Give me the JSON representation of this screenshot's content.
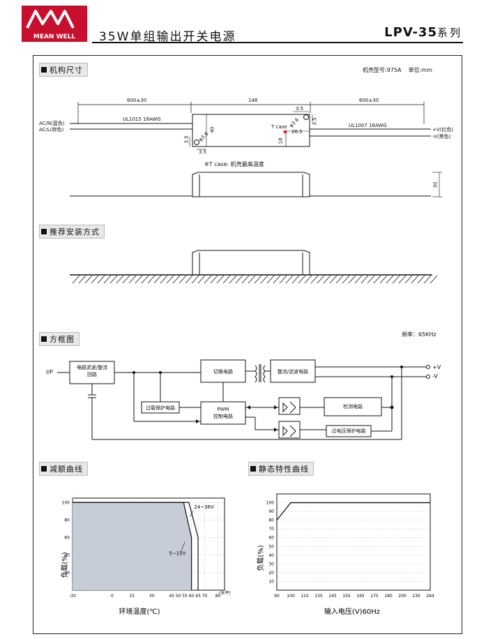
{
  "header": {
    "logo_text": "MEAN WELL",
    "title": "35W单组输出开关电源",
    "model": "LPV-35",
    "model_suffix": "系列"
  },
  "sections": {
    "mechanical": "机构尺寸",
    "mounting": "推荐安装方式",
    "block": "方框图",
    "derating": "减额曲线",
    "static": "静态特性曲线"
  },
  "mechanical": {
    "case_info": "机壳型号:975A    单位:mm",
    "dim_left": "600±30",
    "dim_mid": "148",
    "dim_right": "600±30",
    "wire_in": "UL1015 18AWG",
    "wire_out": "UL1007 16AWG",
    "acn": "AC/N(蓝色)",
    "acl": "AC/L(棕色)",
    "vpos": "+V(红色)",
    "vneg": "-V(黑色)",
    "tcase": "T case",
    "d35a": "3.5",
    "d36a": "φ3.6",
    "d40": "40",
    "d35b": "3.5",
    "d35c": "3.5",
    "d36b": "φ3.6",
    "d35d": "3.5",
    "d265": "26.5",
    "d18": "18",
    "d30": "30",
    "note": "※T case: 机壳最高温度"
  },
  "block": {
    "freq": "频率：65KHz",
    "ip": "I/P",
    "emi": [
      "电磁滤波/整流",
      "回路"
    ],
    "switch": "切换电路",
    "rect": "整流/滤波电路",
    "ocp": "过载保护电路",
    "pwm": [
      "PWM",
      "控制电路"
    ],
    "detect": "检测电路",
    "ovp": "过电压保护电路",
    "vp": "+V",
    "vn": "-V"
  },
  "chart_data": [
    {
      "type": "area",
      "ylabel": "负载(%)",
      "xlabel": "环境温度(℃)",
      "x_unit": "(水平)",
      "x_ticks": [
        "-30",
        "0",
        "15",
        "30",
        "45",
        "50",
        "55",
        "60",
        "65",
        "70",
        "80"
      ],
      "y_ticks": [
        "20",
        "40",
        "60",
        "80",
        "100"
      ],
      "xlim": [
        -30,
        85
      ],
      "ylim": [
        0,
        105
      ],
      "series": [
        {
          "name": "24~36V",
          "x": [
            -30,
            58,
            65,
            65
          ],
          "y": [
            100,
            100,
            60,
            0
          ]
        },
        {
          "name": "5~15V",
          "x": [
            -30,
            54,
            60,
            60
          ],
          "y": [
            100,
            100,
            60,
            0
          ]
        }
      ]
    },
    {
      "type": "line",
      "ylabel": "负载(%)",
      "xlabel": "输入电压(V)60Hz",
      "x_ticks": [
        "90",
        "100",
        "115",
        "135",
        "145",
        "155",
        "165",
        "175",
        "180",
        "200",
        "230",
        "264"
      ],
      "y_ticks": [
        "10",
        "20",
        "30",
        "40",
        "50",
        "60",
        "70",
        "80",
        "90",
        "100"
      ],
      "ylim": [
        0,
        110
      ],
      "series": [
        {
          "x": [
            90,
            100,
            264
          ],
          "y": [
            80,
            100,
            100
          ]
        }
      ]
    }
  ]
}
